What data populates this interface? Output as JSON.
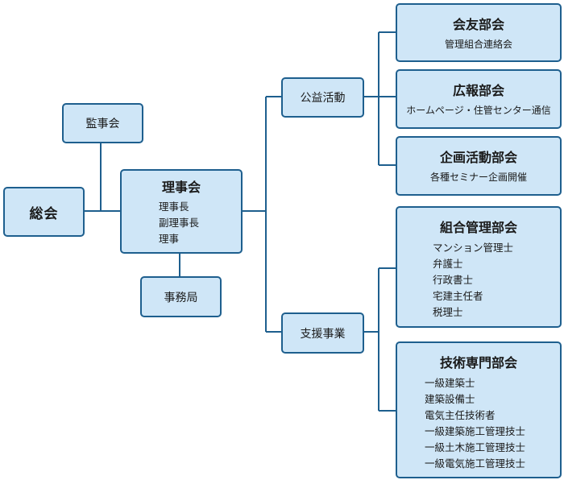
{
  "general_meeting": "総会",
  "auditors": "監事会",
  "board": {
    "title": "理事会",
    "members": [
      "理事長",
      "副理事長",
      "理事"
    ]
  },
  "secretariat": "事務局",
  "public_activities": "公益活動",
  "support_business": "支援事業",
  "members_committee": {
    "title": "会友部会",
    "subtitle": "管理組合連絡会"
  },
  "pr_committee": {
    "title": "広報部会",
    "subtitle": "ホームページ・住管センター通信"
  },
  "planning_committee": {
    "title": "企画活動部会",
    "subtitle": "各種セミナー企画開催"
  },
  "association_mgmt_committee": {
    "title": "組合管理部会",
    "members": [
      "マンション管理士",
      "弁護士",
      "行政書士",
      "宅建主任者",
      "税理士"
    ]
  },
  "technical_committee": {
    "title": "技術専門部会",
    "members": [
      "一級建築士",
      "建築設備士",
      "電気主任技術者",
      "一級建築施工管理技士",
      "一級土木施工管理技士",
      "一級電気施工管理技士"
    ]
  }
}
